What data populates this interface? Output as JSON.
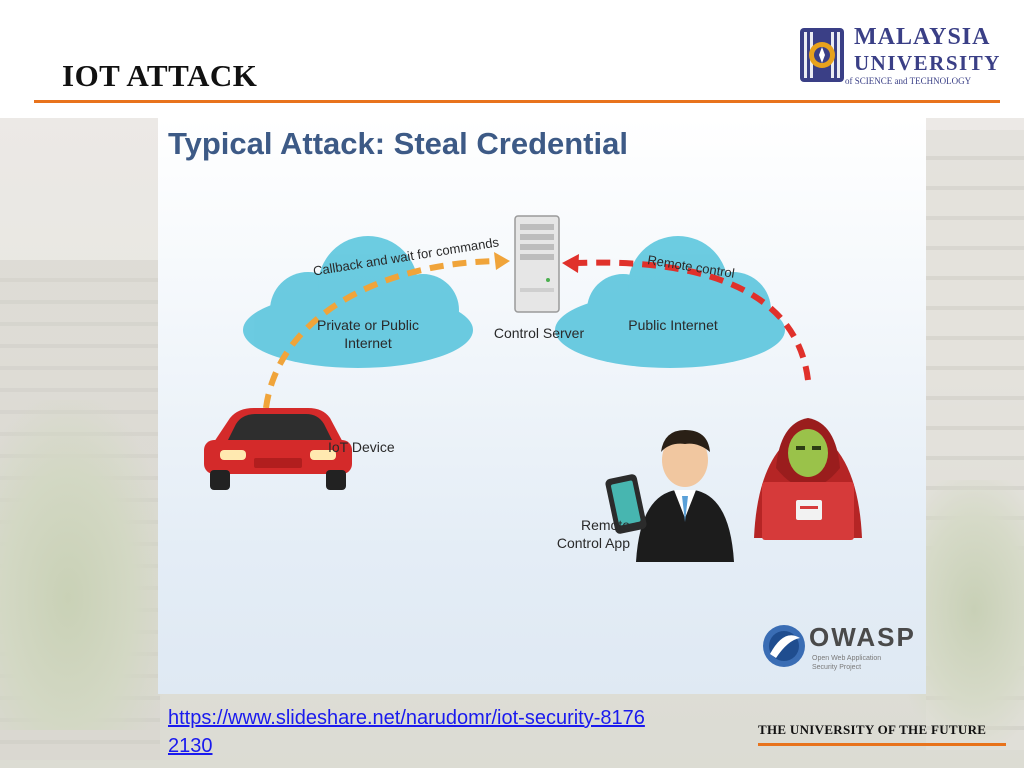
{
  "slide": {
    "title": "IOT ATTACK",
    "source_link": "https://www.slideshare.net/narudomr/iot-security-81762130",
    "tagline": "THE UNIVERSITY OF THE FUTURE"
  },
  "logo": {
    "line1": "MALAYSIA",
    "line2": "UNIVERSITY",
    "line3": "of SCIENCE and TECHNOLOGY"
  },
  "diagram": {
    "heading": "Typical Attack: Steal Credential",
    "callback_label": "Callback and wait for commands",
    "remote_control_label": "Remote control",
    "cloud_left_label": "Private or Public Internet",
    "server_label": "Control Server",
    "cloud_right_label": "Public Internet",
    "iot_device_label": "IoT Device",
    "remote_app_label": "Remote Control App",
    "owasp_logo": "OWASP",
    "owasp_sub": "Open Web Application Security Project"
  },
  "colors": {
    "accent_orange": "#e8731c",
    "brand_blue": "#3a3f86",
    "arrow_orange": "#f0a43a",
    "arrow_red": "#e0312b",
    "cloud_teal": "#53c3dc"
  }
}
